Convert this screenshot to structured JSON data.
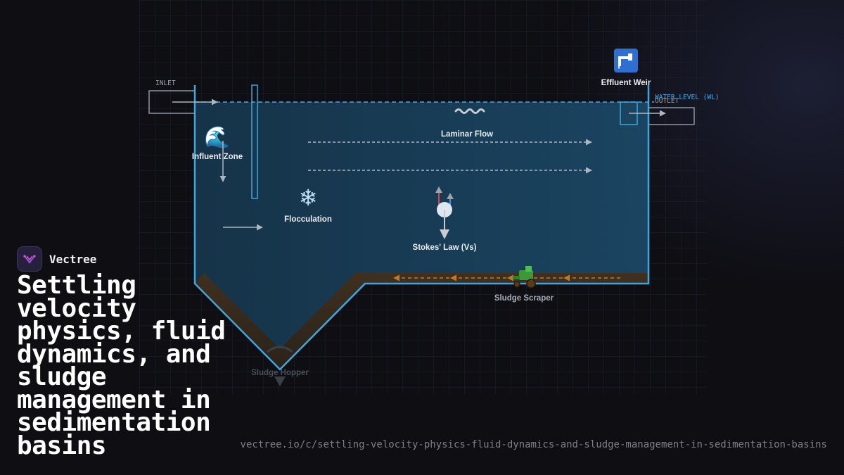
{
  "brand": {
    "name": "Vectree"
  },
  "title": "Settling velocity physics, fluid dynamics, and sludge management in sedimentation basins",
  "url": "vectree.io/c/settling-velocity-physics-fluid-dynamics-and-sludge-management-in-sedimentation-basins",
  "diagram": {
    "inlet_label": "INLET",
    "outlet_label": "OUTLET",
    "water_level_label": "WATER LEVEL (WL)",
    "labels": {
      "influent_zone": "Influent Zone",
      "flocculation": "Flocculation",
      "laminar_flow": "Laminar Flow",
      "stokes_law": "Stokes' Law (Vs)",
      "effluent_weir": "Effluent Weir",
      "sludge_scraper": "Sludge Scraper",
      "sludge_hopper": "Sludge Hopper"
    },
    "icons": {
      "influent_zone": "wave-icon",
      "flocculation": "snowflake-icon",
      "laminar_flow": "wavy-line-icon",
      "effluent_weir": "faucet-icon",
      "sludge_scraper": "tractor-icon",
      "stokes_law": "particle-icon"
    },
    "colors": {
      "tank_outline": "#3fa6dd",
      "water_fill": "#173a52",
      "water_level": "#4aa8e8",
      "sludge": "#3a2c1e",
      "scraper_arrows": "#c07a2a",
      "drag_arrow": "#e04848",
      "buoyancy_arrow": "#4a8fe0"
    }
  }
}
